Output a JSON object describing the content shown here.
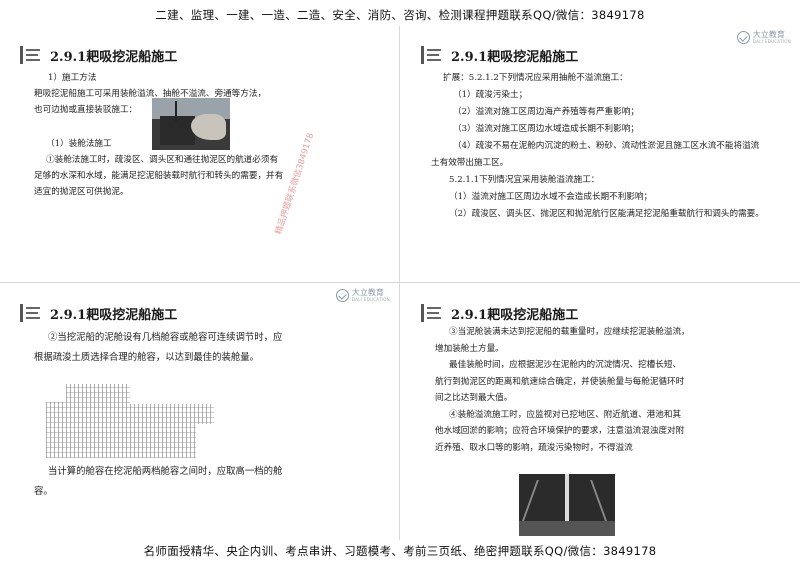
{
  "header": {
    "banner": "二建、监理、一建、一造、二造、安全、消防、咨询、检测课程押题联系QQ/微信：3849178"
  },
  "footer": {
    "banner": "名师面授精华、央企内训、考点串讲、习题模考、考前三页纸、绝密押题联系QQ/微信：3849178"
  },
  "brand": {
    "name": "大立教育",
    "tagline": "DALI EDUCATION"
  },
  "watermark": "精品押题联系微信3849178",
  "slides": [
    {
      "title": "2.9.1耙吸挖泥船施工",
      "lines": [
        "1）施工方法",
        "耙吸挖泥船施工可采用装舱溢流、抽舱不溢流、旁通等方法，",
        "也可边抛或直接装驳施工：",
        "（1）装舱法施工",
        "①装舱法施工时，疏浚区、调头区和通往抛泥区的航道必须有",
        "足够的水深和水域，能满足挖泥船装载时航行和转头的需要，并有",
        "适宜的抛泥区可供抛泥。"
      ]
    },
    {
      "title": "2.9.1耙吸挖泥船施工",
      "lines": [
        "扩展：5.2.1.2下列情况应采用抽舱不溢流施工：",
        "（1）疏浚污染土；",
        "（2）溢流对施工区周边海产养殖等有严重影响；",
        "（3）溢流对施工区周边水域造成长期不利影响；",
        "（4）疏浚不易在泥舱内沉淀的粉土、粉砂、流动性淤泥且施工区水流不能将溢流",
        "土有效带出施工区。",
        "5.2.1.1下列情况宜采用装舱溢流施工：",
        "（1）溢流对施工区周边水域不会造成长期不利影响；",
        "（2）疏浚区、调头区、抛泥区和抛泥航行区能满足挖泥船重载航行和调头的需要。"
      ]
    },
    {
      "title": "2.9.1耙吸挖泥船施工",
      "lines": [
        "②当挖泥船的泥舱设有几档舱容或舱容可连续调节时，应",
        "根据疏浚土质选择合理的舱容，以达到最佳的装舱量。",
        "当计算的舱容在挖泥船两档舱容之间时，应取高一档的舱",
        "容。"
      ]
    },
    {
      "title": "2.9.1耙吸挖泥船施工",
      "lines": [
        "③当泥舱装满未达到挖泥船的载重量时，应继续挖泥装舱溢流，",
        "增加装舱土方量。",
        "最佳装舱时间，应根据泥沙在泥舱内的沉淀情况、挖槽长短、",
        "航行到抛泥区的距离和航速综合确定，并使装舱量与每舱泥循环时",
        "间之比达到最大值。",
        "④装舱溢流施工时，应监视对已挖地区、附近航道、港池和其",
        "他水域回淤的影响；应符合环境保护的要求，注意溢流混浊度对附",
        "近养殖、取水口等的影响，疏浚污染物时，不得溢流"
      ]
    }
  ]
}
